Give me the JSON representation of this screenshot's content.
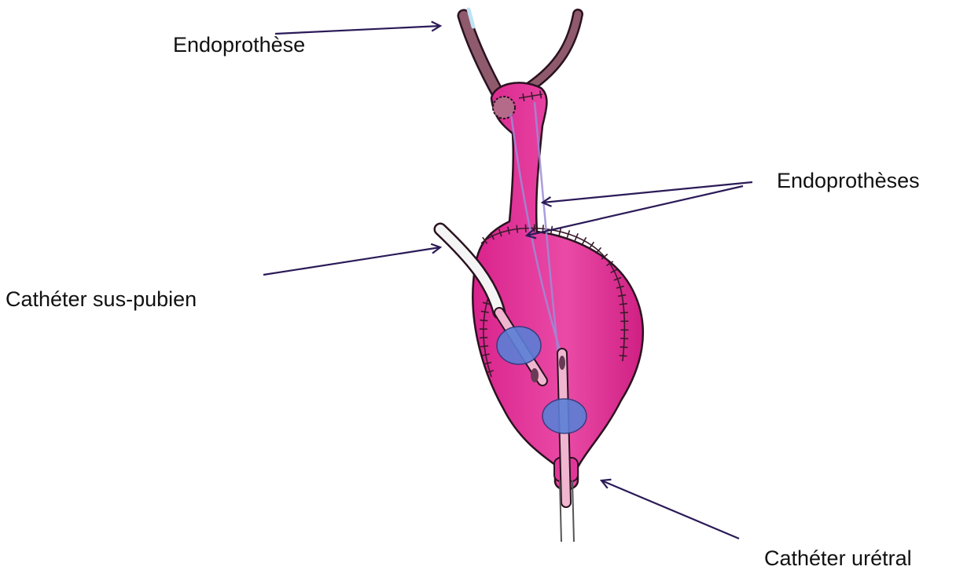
{
  "labels": {
    "stent_single": "Endoprothèse",
    "stents": "Endoprothèses",
    "suprapubic_catheter": "Cathéter sus-pubien",
    "urethral_catheter": "Cathéter urétral"
  },
  "colors": {
    "organ_fill": "#e2379a",
    "organ_stroke": "#2a1220",
    "tube_fill": "#8e5a6c",
    "catheter_fill": "#f4f4f4",
    "balloon_fill": "#5b7fd6",
    "arrow": "#2b1a57",
    "stent_line": "#9b8cd8"
  }
}
